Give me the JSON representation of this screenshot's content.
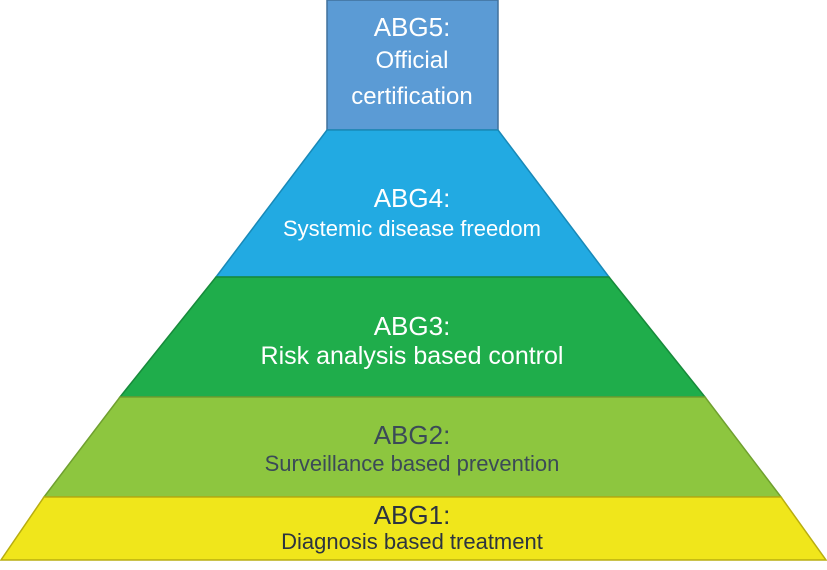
{
  "levels": [
    {
      "id": "abg5",
      "code": "ABG5:",
      "lines": [
        "Official",
        "certification"
      ],
      "fill": "#5b9bd5",
      "stroke": "#41719c",
      "text_color": "#ffffff"
    },
    {
      "id": "abg4",
      "code": "ABG4:",
      "lines": [
        "Systemic disease freedom"
      ],
      "fill": "#22aae2",
      "stroke": "#1889b8",
      "text_color": "#ffffff"
    },
    {
      "id": "abg3",
      "code": "ABG3:",
      "lines": [
        "Risk analysis based control"
      ],
      "fill": "#1fad4b",
      "stroke": "#178a3b",
      "text_color": "#ffffff"
    },
    {
      "id": "abg2",
      "code": "ABG2:",
      "lines": [
        "Surveillance based prevention"
      ],
      "fill": "#8dc63f",
      "stroke": "#6fa02f",
      "text_color": "#3b4a57"
    },
    {
      "id": "abg1",
      "code": "ABG1:",
      "lines": [
        "Diagnosis based treatment"
      ],
      "fill": "#f0e61b",
      "stroke": "#b8ad10",
      "text_color": "#2c3440"
    }
  ]
}
